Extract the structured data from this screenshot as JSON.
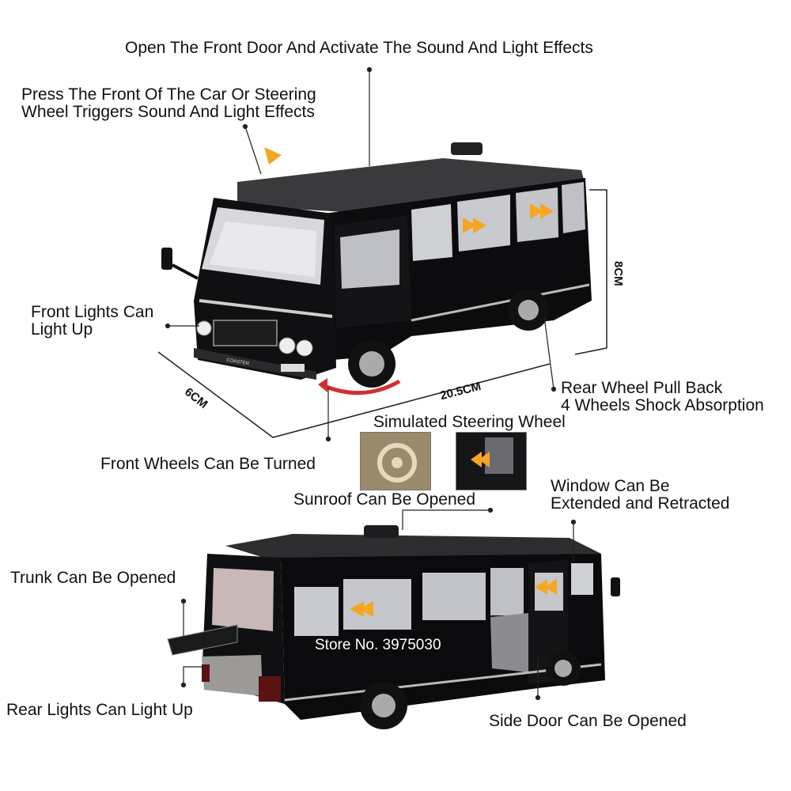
{
  "labels": {
    "front_door": "Open The Front Door And Activate The Sound And Light Effects",
    "press_front": "Press The Front Of The Car Or Steering\nWheel Triggers Sound And Light Effects",
    "front_lights": "Front Lights Can\nLight Up",
    "rear_wheel": "Rear Wheel Pull Back\n4 Wheels Shock Absorption",
    "steering": "Simulated Steering Wheel",
    "front_wheels": "Front Wheels Can Be Turned",
    "sunroof": "Sunroof Can Be Opened",
    "window": "Window Can Be\nExtended and Retracted",
    "trunk": "Trunk Can Be Opened",
    "rear_lights": "Rear Lights Can Light Up",
    "side_door": "Side Door Can Be Opened"
  },
  "dimensions": {
    "height": "8CM",
    "width": "6CM",
    "length": "20.5CM"
  },
  "watermark": "Store No. 3975030",
  "grille_badge": "COASTER"
}
